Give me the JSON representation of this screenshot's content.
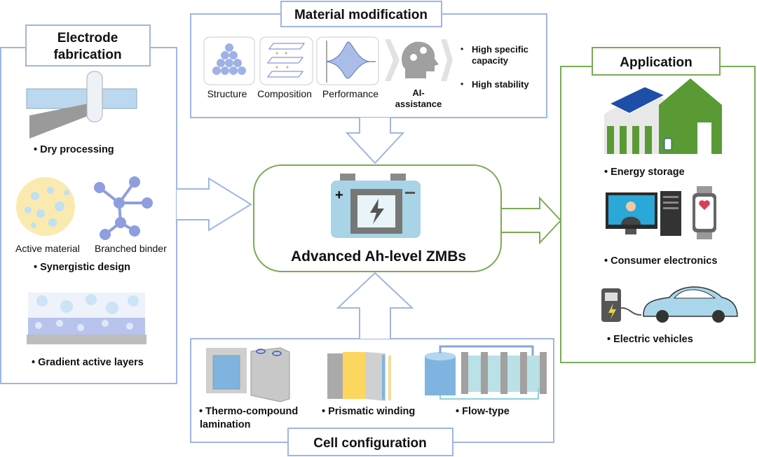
{
  "colors": {
    "blue_frame": "#9fb6e3",
    "green_frame": "#7aab55",
    "ball": "#9fb1e6",
    "battery": "#a9d3e6"
  },
  "electrode": {
    "title_line1": "Electrode",
    "title_line2": "fabrication",
    "dry": "• Dry processing",
    "active_material": "Active material",
    "branched_binder": "Branched binder",
    "synergistic": "• Synergistic design",
    "gradient": "• Gradient active layers"
  },
  "material": {
    "title": "Material modification",
    "structure": "Structure",
    "composition": "Composition",
    "performance": "Performance",
    "ai_line1": "AI-",
    "ai_line2": "assistance",
    "bullet1_line1": "High specific",
    "bullet1_line2": "capacity",
    "bullet2": "High stability",
    "bullet_mark": "•"
  },
  "center": {
    "title": "Advanced Ah-level ZMBs"
  },
  "application": {
    "title": "Application",
    "energy": "• Energy storage",
    "consumer": "• Consumer electronics",
    "ev": "•  Electric vehicles"
  },
  "cell": {
    "title": "Cell configuration",
    "thermo_line1": "• Thermo-compound",
    "thermo_line2": "lamination",
    "prismatic": "• Prismatic winding",
    "flow": "• Flow-type"
  }
}
